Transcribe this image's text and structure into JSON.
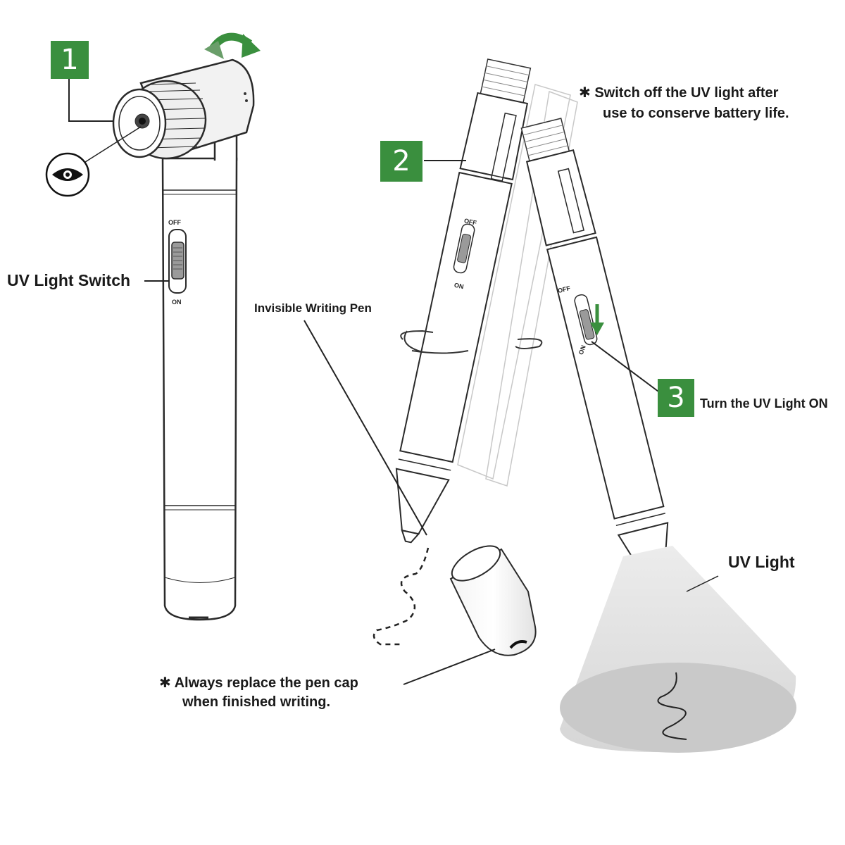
{
  "steps": [
    {
      "number": "1"
    },
    {
      "number": "2"
    },
    {
      "number": "3",
      "caption": "Turn the UV Light ON"
    }
  ],
  "labels": {
    "uv_switch": "UV Light Switch",
    "invisible_pen": "Invisible Writing Pen",
    "uv_light": "UV Light"
  },
  "switch_marks": {
    "off": "OFF",
    "on": "ON"
  },
  "notes": {
    "asterisk": "✱",
    "battery_line1": "Switch off the UV light after",
    "battery_line2": "use to conserve battery life.",
    "cap_line1": "Always replace the pen cap",
    "cap_line2": "when finished writing."
  },
  "icons": {
    "eye": "eye-icon",
    "rotate_arrow": "rotate-arrow-icon",
    "switch_arrow": "down-arrow-icon",
    "spin_marks": "rotation-icon"
  },
  "colors": {
    "accent_green": "#3a8f3e",
    "outline": "#2a2a2a",
    "light_cone": "#dcdcdc"
  }
}
